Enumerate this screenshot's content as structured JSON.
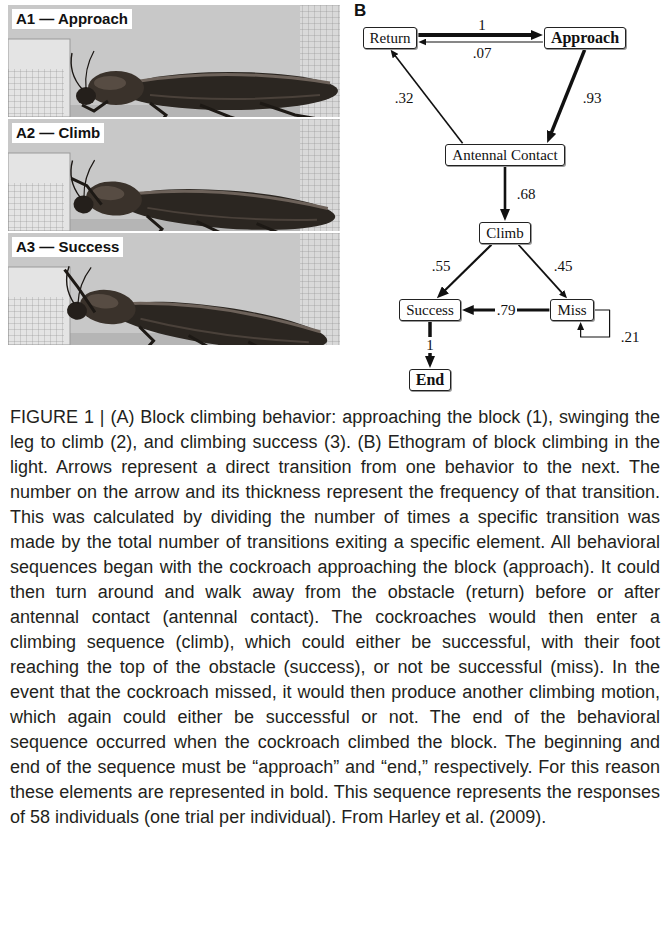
{
  "diagram": {
    "caption": "FIGURE 1 | (A) Block climbing behavior: approaching the block (1), swinging the leg to climb (2), and climbing success (3). (B) Ethogram of block climbing in the light. Arrows represent a direct transition from one behavior to the next. The number on the arrow and its thickness represent the frequency of that transition. This was calculated by dividing the number of times a specific transition was made by the total number of transitions exiting a specific element. All behavioral sequences began with the cockroach approaching the block (approach). It could then turn around and walk away from the obstacle (return) before or after antennal contact (antennal contact). The cockroaches would then enter a climbing sequence (climb), which could either be successful, with their foot reaching the top of the obstacle (success), or not be successful (miss). In the event that the cockroach missed, it would then produce another climbing motion, which again could either be successful or not. The end of the behavioral sequence occurred when the cockroach climbed the block. The beginning and end of the sequence must be “approach” and “end,” respectively. For this reason these elements are represented in bold. This sequence represents the responses of 58 individuals (one trial per individual). From Harley et al. (2009).",
    "nodes": [
      {
        "text": [
          "Return"
        ]
      },
      {
        "text": [
          "Approach"
        ]
      },
      {
        "text": [
          "Antennal Contact"
        ]
      },
      {
        "text": [
          "Climb"
        ]
      },
      {
        "text": [
          "Success"
        ]
      },
      {
        "text": [
          "Miss"
        ]
      },
      {
        "text": [
          "End"
        ]
      }
    ],
    "edges": [
      {
        "from": 0,
        "to": 1,
        "label": "1",
        "arrow": "to"
      },
      {
        "from": 1,
        "to": 0,
        "label": ".07",
        "arrow": "to"
      },
      {
        "from": 1,
        "to": 2,
        "label": ".93",
        "arrow": "to"
      },
      {
        "from": 2,
        "to": 0,
        "label": ".32",
        "arrow": "to"
      },
      {
        "from": 2,
        "to": 3,
        "label": ".68",
        "arrow": "to"
      },
      {
        "from": 3,
        "to": 4,
        "label": ".55",
        "arrow": "to"
      },
      {
        "from": 3,
        "to": 5,
        "label": ".45",
        "arrow": "to"
      },
      {
        "from": 5,
        "to": 4,
        "label": ".79",
        "arrow": "to"
      },
      {
        "from": 5,
        "to": 5,
        "label": ".21",
        "arrow": "to"
      },
      {
        "from": 4,
        "to": 6,
        "label": "1",
        "arrow": "to"
      }
    ],
    "labels": [
      "A1 — Approach",
      "A2 — Climb",
      "A3 — Success",
      "B"
    ]
  }
}
